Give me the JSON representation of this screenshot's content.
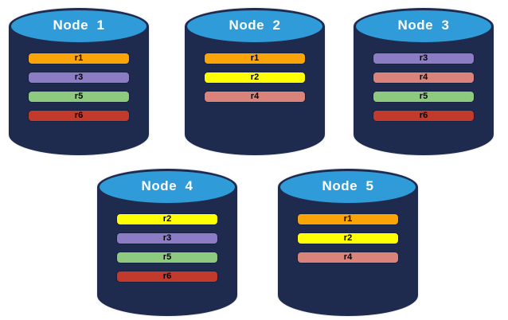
{
  "diagram": {
    "description": "Five database nodes shown as cylinders with replica bars",
    "colors": {
      "background": "#FFFFFF",
      "cylinder_body": "#1E2B4E",
      "cylinder_top": "#2F9CD9",
      "bar_border": "#15203E",
      "title_text": "#FFFFFF",
      "bar_text": "#000000"
    },
    "replica_colors": {
      "r1": "#F9A408",
      "r2": "#FFFF00",
      "r3": "#8B7CC3",
      "r4": "#D9837A",
      "r5": "#8DC97E",
      "r6": "#C23A2B"
    },
    "nodes": [
      {
        "label": "Node  1",
        "replicas": [
          "r1",
          "r3",
          "r5",
          "r6"
        ]
      },
      {
        "label": "Node  2",
        "replicas": [
          "r1",
          "r2",
          "r4"
        ]
      },
      {
        "label": "Node  3",
        "replicas": [
          "r3",
          "r4",
          "r5",
          "r6"
        ]
      },
      {
        "label": "Node  4",
        "replicas": [
          "r2",
          "r3",
          "r5",
          "r6"
        ]
      },
      {
        "label": "Node  5",
        "replicas": [
          "r1",
          "r2",
          "r4"
        ]
      }
    ]
  }
}
